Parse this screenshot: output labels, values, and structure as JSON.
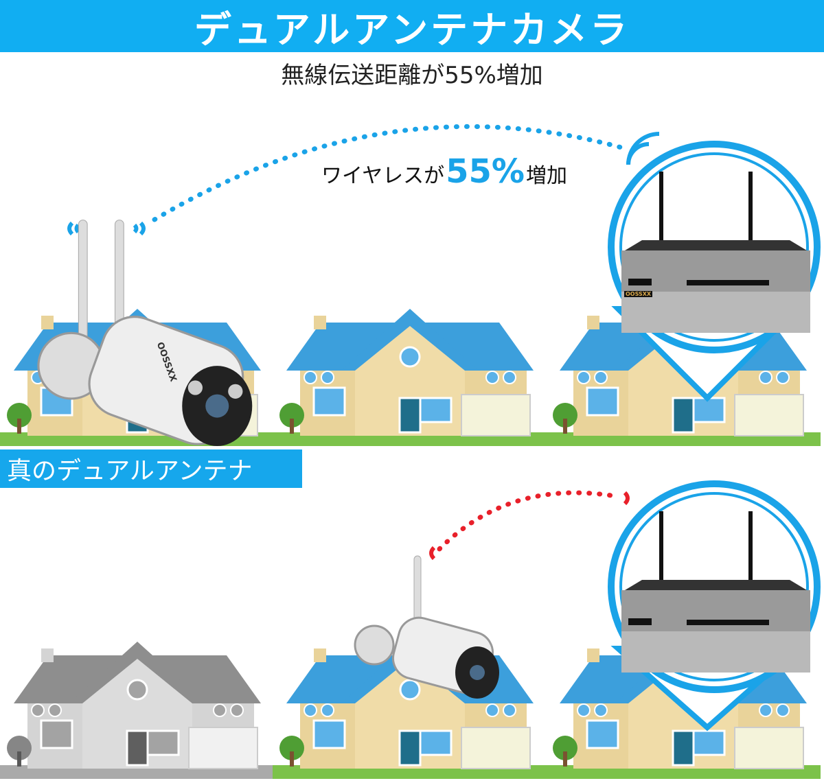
{
  "header": {
    "title": "デュアルアンテナカメラ"
  },
  "subtitle": "無線伝送距離が55%増加",
  "wireless_callout": {
    "prefix": "ワイヤレスが",
    "value": "55%",
    "suffix": "増加"
  },
  "section_label": "真のデュアルアンテナ",
  "brand": "OOSSXX",
  "colors": {
    "accent": "#11aef2",
    "signal_good": "#1aa3e8",
    "signal_weak": "#e8202a"
  }
}
